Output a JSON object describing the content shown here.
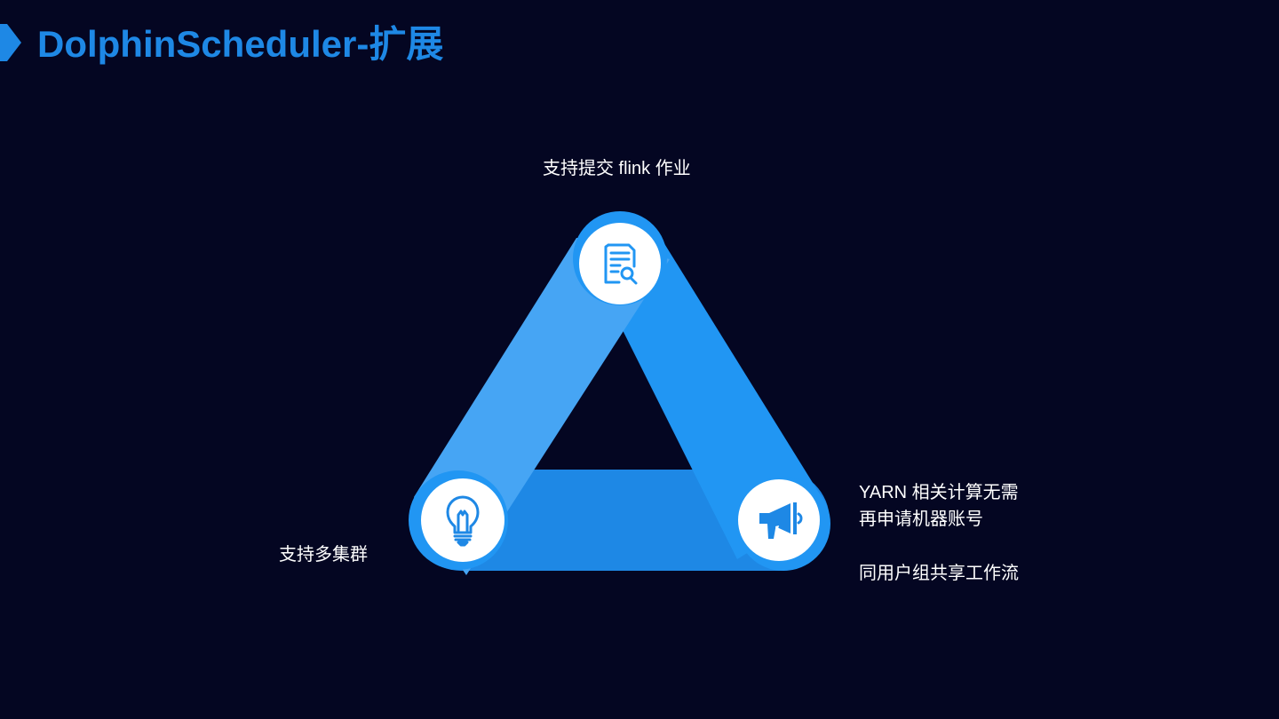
{
  "header": {
    "title": "DolphinScheduler-扩展"
  },
  "colors": {
    "background": "#040622",
    "accent": "#1E88E5",
    "band_light": "#46A5F4",
    "band_mid": "#2196F3",
    "band_dark": "#1E88E5",
    "circle": "#FFFFFF"
  },
  "diagram": {
    "top_node": {
      "icon": "document-search-icon",
      "caption": "支持提交 flink 作业"
    },
    "left_node": {
      "icon": "lightbulb-icon",
      "caption": "支持多集群"
    },
    "right_node": {
      "icon": "megaphone-icon",
      "captions": [
        "YARN 相关计算无需",
        "再申请机器账号",
        "同用户组共享工作流"
      ]
    }
  }
}
